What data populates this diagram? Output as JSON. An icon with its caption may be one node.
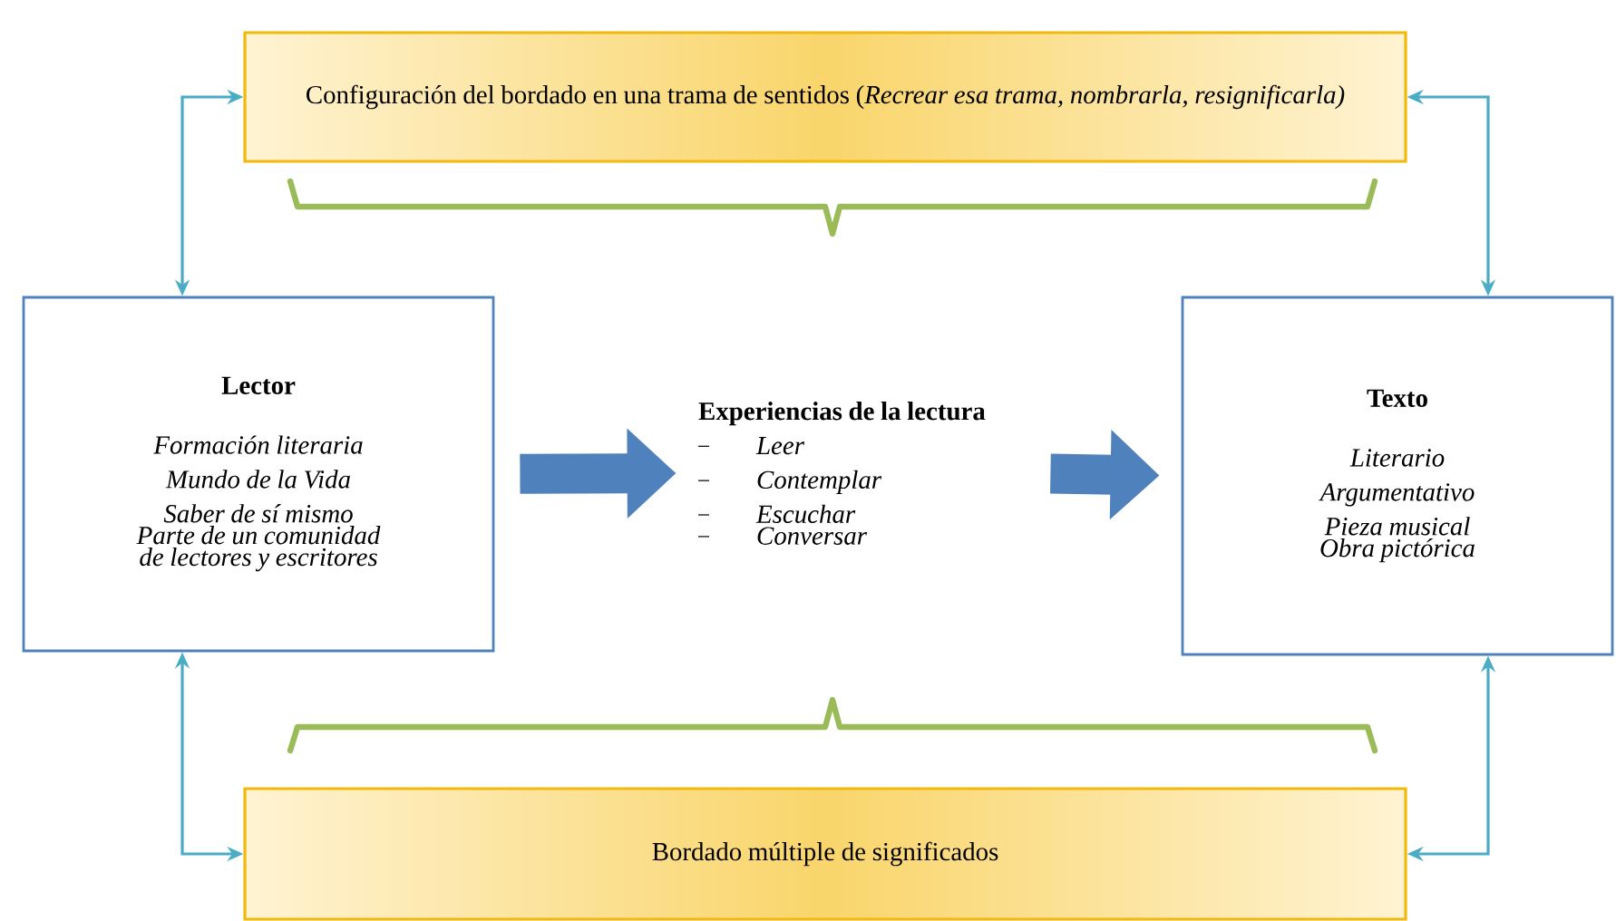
{
  "diagram": {
    "nodes": [
      {
        "text": [
          "Configuración del bordado en una trama de sentidos (*Recrear esa trama, nombrarla, resignificarla)*"
        ]
      },
      {
        "text": [
          "Lector",
          "Formación literaria",
          "Mundo de la Vida",
          "Saber de sí mismo",
          "Parte de un comunidad de lectores y escritores"
        ]
      },
      {
        "text": [
          "Experiencias de la lectura",
          "Leer",
          "Contemplar",
          "Escuchar",
          "Conversar"
        ]
      },
      {
        "text": [
          "Texto",
          "Literario",
          "Argumentativo",
          "Pieza musical",
          "Obra pictórica"
        ]
      },
      {
        "text": [
          "Bordado múltiple de significados"
        ]
      }
    ],
    "edges": [
      {
        "from": 1,
        "to": 2,
        "arrow": "to",
        "style": "thick",
        "color": "#4f81bd"
      },
      {
        "from": 2,
        "to": 3,
        "arrow": "to",
        "style": "thick",
        "color": "#4f81bd"
      },
      {
        "from": 0,
        "to": 1,
        "arrow": "both"
      },
      {
        "from": 0,
        "to": 3,
        "arrow": "both"
      },
      {
        "from": 4,
        "to": 1,
        "arrow": "both"
      },
      {
        "from": 4,
        "to": 3,
        "arrow": "both"
      }
    ]
  }
}
